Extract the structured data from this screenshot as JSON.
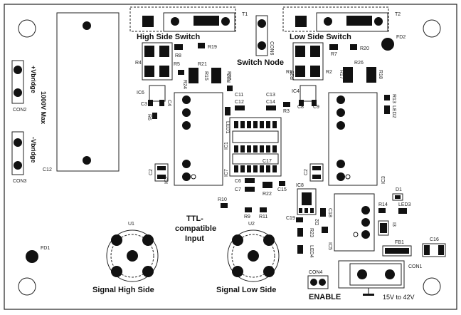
{
  "labels": {
    "high_side_switch": "High Side Switch",
    "low_side_switch": "Low Side Switch",
    "switch_node": "Switch Node",
    "vbridge_plus": "+Vbridge",
    "vbridge_minus": "-Vbridge",
    "max_voltage": "1000V Max",
    "ttl_line1": "TTL-",
    "ttl_line2": "compatible",
    "ttl_line3": "Input",
    "signal_high": "Signal High Side",
    "signal_low": "Signal Low Side",
    "enable": "ENABLE",
    "supply": "15V to 42V"
  },
  "components": {
    "t1": "T1",
    "t2": "T2",
    "fd1": "FD1",
    "fd2": "FD2",
    "con2": "CON2",
    "con3": "CON3",
    "con4": "CON4",
    "con1": "CON1",
    "con6": "CON6",
    "c12_big": "C12",
    "u1": "U1",
    "u2": "U2",
    "r4": "R4",
    "r5": "R5",
    "r8": "R8",
    "r19": "R19",
    "r21": "R21",
    "r15": "R15",
    "r16": "R16",
    "r24": "R24",
    "r1": "R1",
    "r2": "R2",
    "r7": "R7",
    "r20": "R20",
    "r26": "R26",
    "r17": "R17",
    "r18": "R18",
    "ic6": "IC6",
    "c3a": "C3",
    "c4a": "C4",
    "r6": "R6",
    "r12": "R12",
    "c11": "C11",
    "c12s": "C12",
    "c13": "C13",
    "c14": "C14",
    "r25": "R25",
    "ic4": "IC4",
    "c8": "C8",
    "c9": "C9",
    "r3": "R3",
    "r13": "R13",
    "led2": "LED2",
    "led1": "LED1",
    "ic1": "IC1",
    "ic7": "IC7",
    "c2a": "C2",
    "ic2": "IC2",
    "c2b": "C2",
    "ic3": "IC3",
    "c6": "C6",
    "c7": "C7",
    "r22": "R22",
    "c17": "C17",
    "c15": "C15",
    "r10": "R10",
    "r9": "R9",
    "r11": "R11",
    "ic8": "IC8",
    "c19": "C19",
    "c18": "C18",
    "r23": "R23",
    "d2": "D2",
    "led4": "LED4",
    "ic5": "IC5",
    "d1": "D1",
    "r14": "R14",
    "led3": "LED3",
    "i3": "I3",
    "fb1": "FB1",
    "c16": "C16"
  }
}
